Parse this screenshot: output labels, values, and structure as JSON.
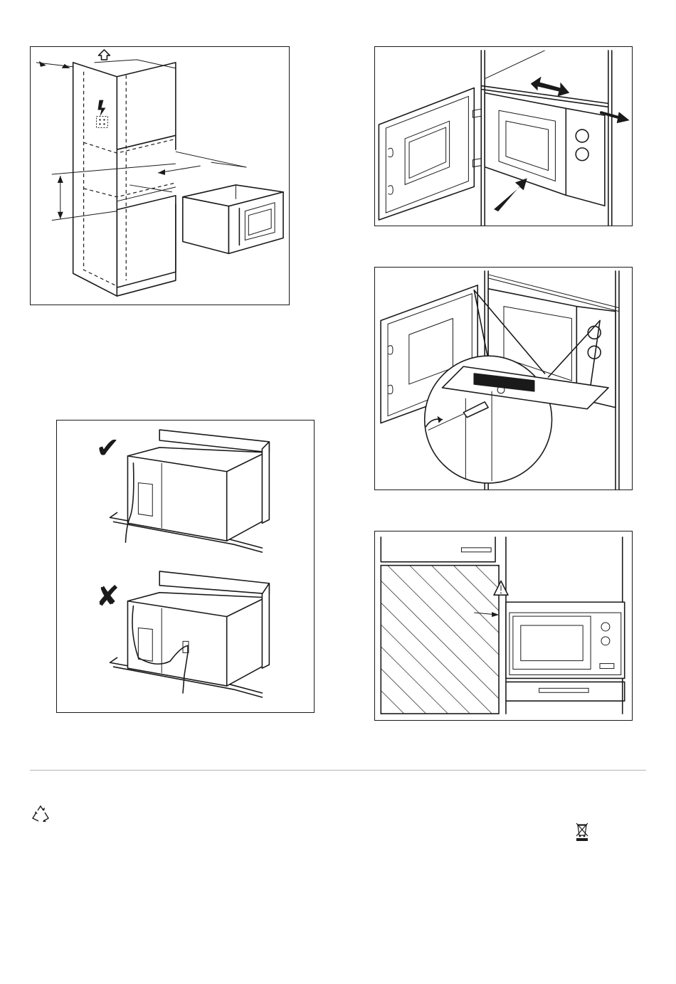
{
  "figures": {
    "fig1": {
      "label": "cabinet-installation-diagram"
    },
    "fig2": {
      "label": "cable-routing-correct-incorrect",
      "correct_mark": "✔",
      "incorrect_mark": "✘"
    },
    "fig3": {
      "label": "insert-oven-into-cabinet"
    },
    "fig4": {
      "label": "fix-with-screw-detail"
    },
    "fig5": {
      "label": "adjacent-cabinet-clearance"
    }
  },
  "icons": {
    "recycle": "recycle-icon",
    "weee": "crossed-out-bin-icon"
  }
}
